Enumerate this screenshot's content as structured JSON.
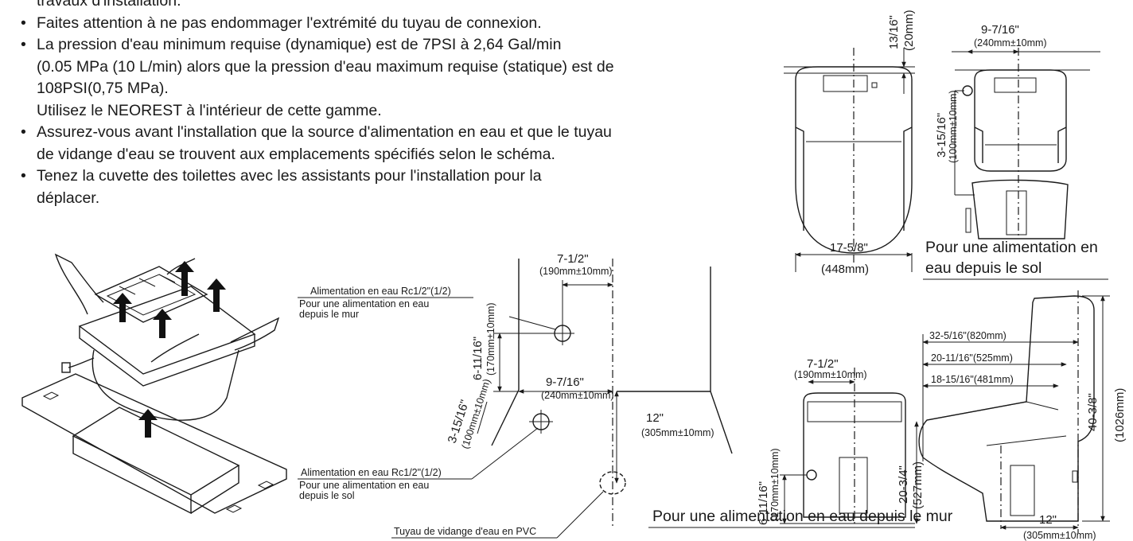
{
  "bullets": [
    {
      "text": "travaux d'installation.",
      "bullet": false
    },
    {
      "text": "Faites attention à ne pas endommager l'extrémité du tuyau de connexion.",
      "bullet": true
    },
    {
      "text": "La pression d'eau minimum requise (dynamique) est de 7PSI à 2,64 Gal/min",
      "bullet": true
    },
    {
      "text": "(0.05 MPa (10 L/min) alors que la pression d'eau maximum requise (statique) est de",
      "bullet": false
    },
    {
      "text": "108PSI(0,75 MPa).",
      "bullet": false
    },
    {
      "text": "Utilisez le NEOREST à l'intérieur de cette gamme.",
      "bullet": false
    },
    {
      "text": "Assurez-vous avant l'installation que la source d'alimentation en eau et que le tuyau",
      "bullet": true
    },
    {
      "text": "de vidange d'eau se trouvent aux emplacements spécifiés selon le schéma.",
      "bullet": false
    },
    {
      "text": "Tenez la cuvette des toilettes avec les assistants pour l'installation pour la",
      "bullet": true
    },
    {
      "text": "déplacer.",
      "bullet": false
    }
  ],
  "center_diagram": {
    "wall_supply_label": "Alimentation en eau Rc1/2\"(1/2)",
    "wall_supply_sub": "Pour une alimentation en eau\ndepuis le mur",
    "floor_supply_label": "Alimentation en eau Rc1/2\"(1/2)",
    "floor_supply_sub": "Pour une alimentation en eau\ndepuis le sol",
    "drain_label": "Tuyau de vidange d'eau en PVC",
    "dim_7_1_2": "7-1/2\"",
    "dim_7_1_2_mm": "(190mm±10mm)",
    "dim_6_11_16": "6-11/16\"",
    "dim_6_11_16_mm": "(170mm±10mm)",
    "dim_9_7_16": "9-7/16\"",
    "dim_9_7_16_mm": "(240mm±10mm)",
    "dim_3_15_16": "3-15/16\"",
    "dim_3_15_16_mm": "(100mm±10mm)",
    "dim_12": "12\"",
    "dim_12_mm": "(305mm±10mm)"
  },
  "top_right": {
    "dim_13_16": "13/16\"",
    "dim_13_16_mm": "(20mm)",
    "dim_17_5_8": "17-5/8\"",
    "dim_17_5_8_mm": "(448mm)",
    "dim_9_7_16": "9-7/16\"",
    "dim_9_7_16_mm": "(240mm±10mm)",
    "dim_3_15_16": "3-15/16\"",
    "dim_3_15_16_mm": "(100mm±10mm)",
    "caption_line1": "Pour une alimentation en",
    "caption_line2": "eau depuis le sol"
  },
  "bottom_right": {
    "dim_7_1_2": "7-1/2\"",
    "dim_7_1_2_mm": "(190mm±10mm)",
    "dim_6_11_16": "6-11/16\"",
    "dim_6_11_16_mm": "(170mm±10mm)",
    "dim_20_3_4": "20-3/4\"",
    "dim_20_3_4_mm": "(527mm)",
    "dim_32_5_16": "32-5/16\"(820mm)",
    "dim_20_11_16": "20-11/16\"(525mm)",
    "dim_18_15_16": "18-15/16\"(481mm)",
    "dim_40_3_8": "40-3/8\"",
    "dim_40_3_8_mm": "(1026mm)",
    "dim_12": "12\"",
    "dim_12_mm": "(305mm±10mm)",
    "caption": "Pour une alimentation en eau depuis le mur"
  }
}
